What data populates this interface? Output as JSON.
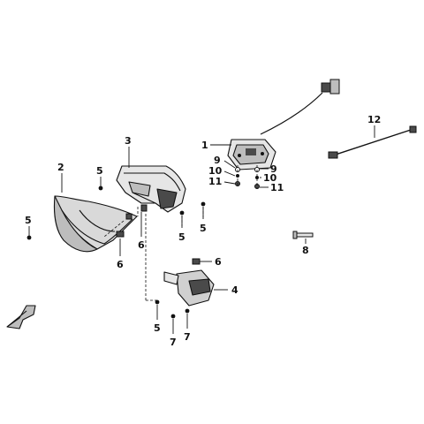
{
  "diagram": {
    "callouts": {
      "c1": "1",
      "c2": "2",
      "c3": "3",
      "c4": "4",
      "c5a": "5",
      "c5b": "5",
      "c5c": "5",
      "c5d": "5",
      "c5e": "5",
      "c6a": "6",
      "c6b": "6",
      "c6c": "6",
      "c7a": "7",
      "c7b": "7",
      "c8": "8",
      "c9a": "9",
      "c9b": "9",
      "c10a": "10",
      "c10b": "10",
      "c11a": "11",
      "c11b": "11",
      "c12": "12"
    },
    "colors": {
      "ink": "#111111",
      "fill_light": "#e6e6e6",
      "fill_mid": "#bdbdbd",
      "fill_dark": "#4a4a4a"
    }
  }
}
